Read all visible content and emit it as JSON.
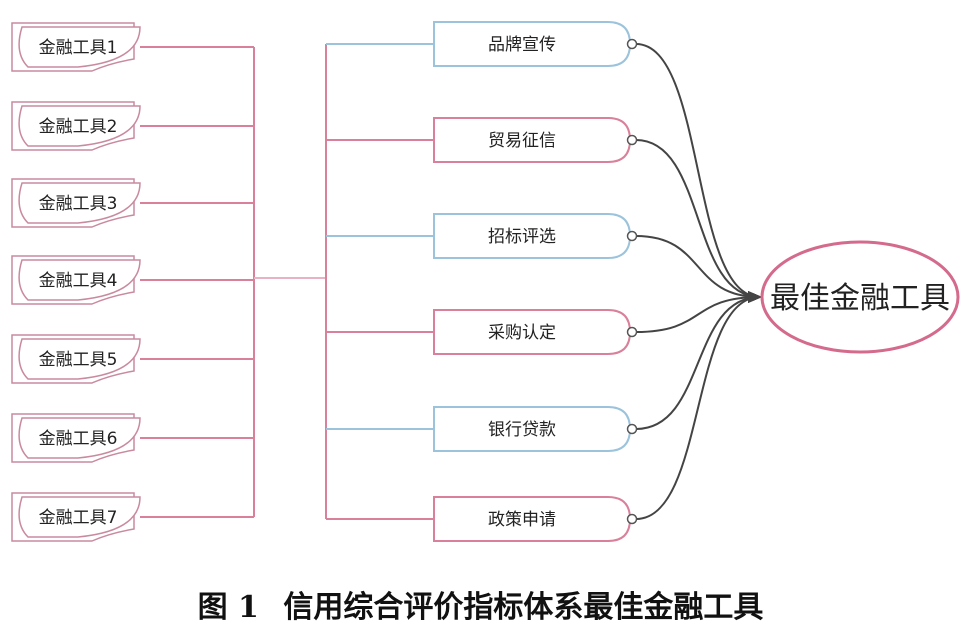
{
  "diagram": {
    "tools": [
      "金融工具1",
      "金融工具2",
      "金融工具3",
      "金融工具4",
      "金融工具5",
      "金融工具6",
      "金融工具7"
    ],
    "criteria": [
      {
        "label": "品牌宣传",
        "color": "#9cc3dc"
      },
      {
        "label": "贸易征信",
        "color": "#d9809b"
      },
      {
        "label": "招标评选",
        "color": "#9cc3dc"
      },
      {
        "label": "采购认定",
        "color": "#d9809b"
      },
      {
        "label": "银行贷款",
        "color": "#9cc3dc"
      },
      {
        "label": "政策申请",
        "color": "#d9809b"
      }
    ],
    "target": "最佳金融工具",
    "colors": {
      "pink": "#d9809b",
      "blue": "#9cc3dc",
      "curve": "#444444",
      "target_border": "#d46a8c",
      "tool_border": "#c98aa0"
    }
  },
  "caption": {
    "figure_no": "图 1",
    "title": "信用综合评价指标体系最佳金融工具"
  }
}
